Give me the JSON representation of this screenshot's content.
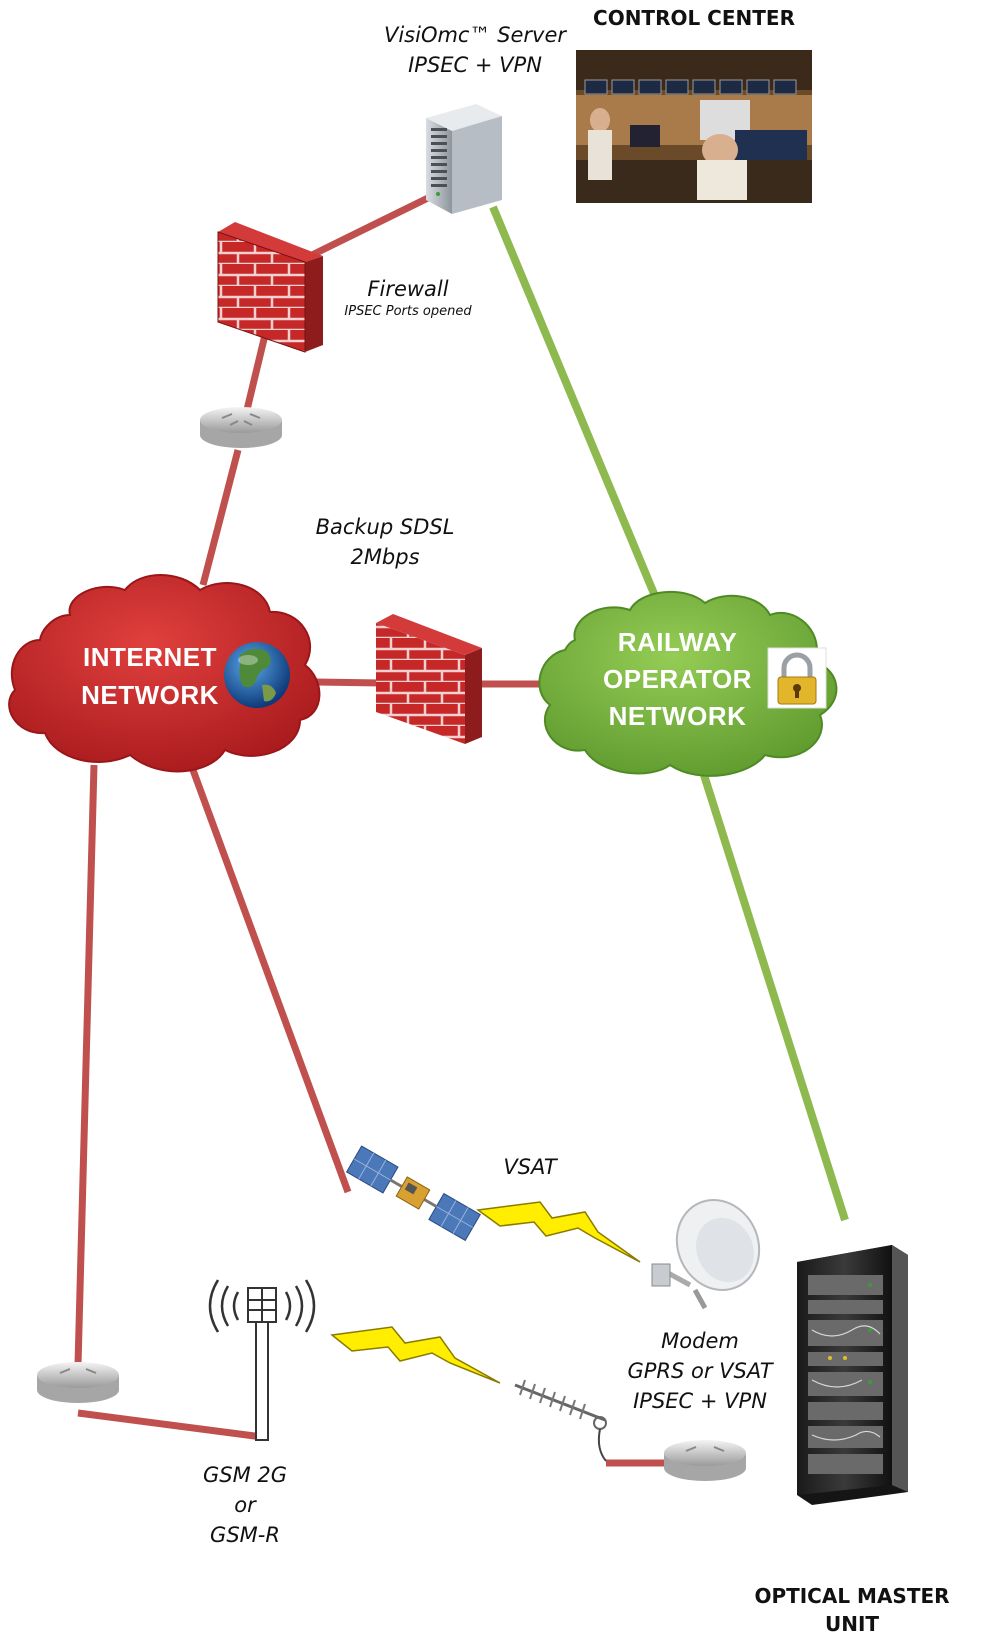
{
  "labels": {
    "control_center": "CONTROL CENTER",
    "server_line1": "VisiOmc™ Server",
    "server_line2": "IPSEC + VPN",
    "firewall_title": "Firewall",
    "firewall_sub": "IPSEC Ports opened",
    "backup_line1": "Backup SDSL",
    "backup_line2": "2Mbps",
    "internet_line1": "INTERNET",
    "internet_line2": "NETWORK",
    "railway_line1": "RAILWAY",
    "railway_line2": "OPERATOR",
    "railway_line3": "NETWORK",
    "vsat": "VSAT",
    "modem_line1": "Modem",
    "modem_line2": "GPRS or VSAT",
    "modem_line3": "IPSEC + VPN",
    "gsm_line1": "GSM 2G",
    "gsm_line2": "or",
    "gsm_line3": "GSM-R",
    "master_line1": "OPTICAL MASTER",
    "master_line2": "UNIT"
  },
  "colors": {
    "red_link": "#c0504d",
    "green_link": "#8db94e",
    "internet_cloud": "#c8282b",
    "railway_cloud": "#7cb342",
    "firewall_brick": "#c62828",
    "lightning": "#ffee00"
  }
}
